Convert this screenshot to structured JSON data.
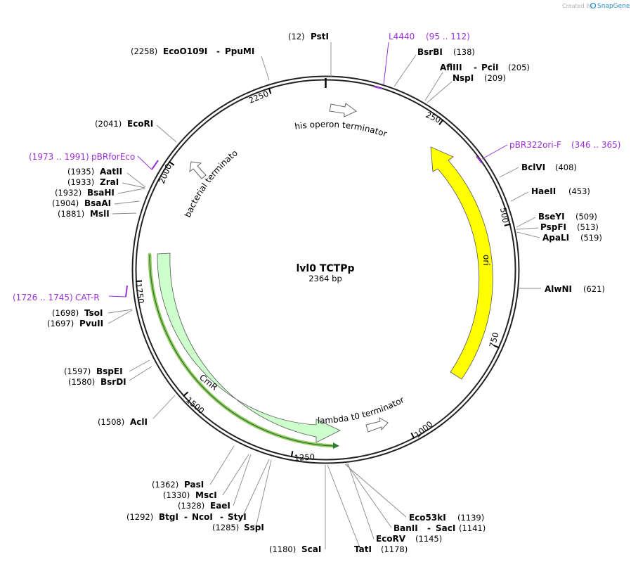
{
  "plasmid": {
    "name": "lvl0 TCTPp",
    "length_label": "2364 bp",
    "length": 2364
  },
  "credit": {
    "text": "Created by",
    "brand": "SnapGene"
  },
  "ticks": [
    {
      "bp": 250,
      "label": "250"
    },
    {
      "bp": 500,
      "label": "500"
    },
    {
      "bp": 750,
      "label": "750"
    },
    {
      "bp": 1000,
      "label": "1000"
    },
    {
      "bp": 1250,
      "label": "1250"
    },
    {
      "bp": 1500,
      "label": "1500"
    },
    {
      "bp": 1750,
      "label": "1750"
    },
    {
      "bp": 2000,
      "label": "2000"
    },
    {
      "bp": 2250,
      "label": "2250"
    }
  ],
  "features": {
    "his_terminator": "his operon terminator",
    "bacterial_terminator": "bacterial terminator",
    "ori": "ori",
    "cmr": "CmR",
    "lambda_terminator": "lambda t0 terminator"
  },
  "feature_colors": {
    "ori": "#ffff00",
    "cmr": "#ccffcc",
    "orf": "#9ccc65"
  },
  "sites": {
    "psti": {
      "pos": "(12)",
      "name": "PstI"
    },
    "bsrbi": {
      "pos": "(138)",
      "name": "BsrBI"
    },
    "afliii": {
      "name": "AflIII",
      "name2": "PciI",
      "pos": "(205)"
    },
    "nspi": {
      "name": "NspI",
      "pos": "(209)"
    },
    "bclvi": {
      "name": "BclVI",
      "pos": "(408)"
    },
    "haeii": {
      "name": "HaeII",
      "pos": "(453)"
    },
    "bseyi": {
      "name": "BseYI",
      "pos": "(509)"
    },
    "pspfi": {
      "name": "PspFI",
      "pos": "(513)"
    },
    "apali": {
      "name": "ApaLI",
      "pos": "(519)"
    },
    "alwni": {
      "name": "AlwNI",
      "pos": "(621)"
    },
    "eco53ki": {
      "name": "Eco53kI",
      "pos": "(1139)"
    },
    "banii": {
      "name": "BanII",
      "name2": "SacI",
      "pos": "(1141)"
    },
    "ecorv": {
      "name": "EcoRV",
      "pos": "(1145)"
    },
    "tati": {
      "name": "TatI",
      "pos": "(1178)"
    },
    "scai": {
      "pos": "(1180)",
      "name": "ScaI"
    },
    "sspi": {
      "pos": "(1285)",
      "name": "SspI"
    },
    "btgi": {
      "pos": "(1292)",
      "name": "BtgI",
      "name2": "NcoI",
      "name3": "StyI"
    },
    "eaei": {
      "pos": "(1328)",
      "name": "EaeI"
    },
    "msci": {
      "pos": "(1330)",
      "name": "MscI"
    },
    "pasi": {
      "pos": "(1362)",
      "name": "PasI"
    },
    "acli": {
      "pos": "(1508)",
      "name": "AclI"
    },
    "bsrdi": {
      "pos": "(1580)",
      "name": "BsrDI"
    },
    "bspei": {
      "pos": "(1597)",
      "name": "BspEI"
    },
    "pvuii": {
      "pos": "(1697)",
      "name": "PvuII"
    },
    "tsoi": {
      "pos": "(1698)",
      "name": "TsoI"
    },
    "msli": {
      "pos": "(1881)",
      "name": "MslI"
    },
    "bsaai": {
      "pos": "(1904)",
      "name": "BsaAI"
    },
    "bsahi": {
      "pos": "(1932)",
      "name": "BsaHI"
    },
    "zrai": {
      "pos": "(1933)",
      "name": "ZraI"
    },
    "aatii": {
      "pos": "(1935)",
      "name": "AatII"
    },
    "ecori": {
      "pos": "(2041)",
      "name": "EcoRI"
    },
    "eco0109i": {
      "pos": "(2258)",
      "name": "EcoO109I",
      "name2": "PpuMI"
    }
  },
  "primers": {
    "l4440": {
      "name": "L4440",
      "range": "(95 .. 112)"
    },
    "pbr322ori": {
      "name": "pBR322ori-F",
      "range": "(346 .. 365)"
    },
    "pbrforeco": {
      "range": "(1973 .. 1991)",
      "name": "pBRforEco"
    },
    "catr": {
      "range": "(1726 .. 1745)",
      "name": "CAT-R"
    }
  }
}
